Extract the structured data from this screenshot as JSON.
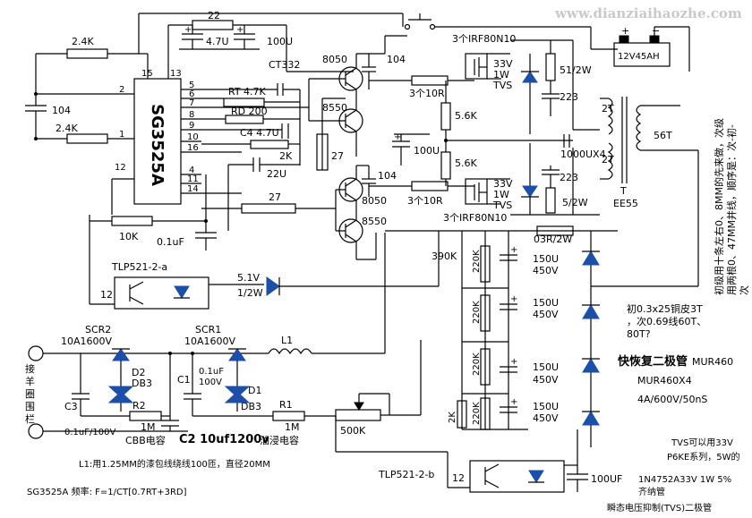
{
  "watermark": "www.dianziaihaozhe.com",
  "ic": {
    "name": "SG3525A",
    "pins": [
      "15",
      "13",
      "2",
      "1",
      "12",
      "5",
      "6",
      "7",
      "8",
      "9",
      "10",
      "16",
      "4",
      "11",
      "14"
    ]
  },
  "components": {
    "r_22": "22",
    "c_4u7": "4.7U",
    "c_100u_top": "100U",
    "r_2k4_top": "2.4K",
    "r_2k4_mid": "2.4K",
    "c_104_left": "104",
    "ct": "CT332",
    "rt": "RT 4.7K",
    "rd": "RD 200",
    "c4": "C4 4.7U",
    "r_2k": "2K",
    "c_22u": "22U",
    "r_10k": "10K",
    "c_01uf": "0.1uF",
    "r_27_mid": "27",
    "r_27_bot": "27",
    "q_8050_top": "8050",
    "q_8550_top": "8550",
    "q_8050_bot": "8050",
    "q_8550_bot": "8550",
    "c_104_a": "104",
    "c_104_b": "104",
    "c_100u_mid": "100U",
    "r_3x10r_top": "3个10R",
    "r_3x10r_bot": "3个10R",
    "r_5k6_top": "5.6K",
    "r_5k6_bot": "5.6K",
    "mos_top": "3个IRF80N10",
    "mos_bot": "3个IRF80N10",
    "tvs_top": [
      "33V",
      "1W",
      "TVS"
    ],
    "tvs_bot": [
      "33V",
      "1W",
      "TVS"
    ],
    "r_51_2w": "51/2W",
    "c_223_a": "223",
    "c_223_b": "223",
    "r_5_2w": "5/2W",
    "c_1000ux4": "1000UX4",
    "battery": "12V45AH",
    "t_pri_a": "2T",
    "t_pri_b": "2T",
    "t_sec": "56T",
    "t_name": "T",
    "t_core": "EE55",
    "r_03r": "03R/2W",
    "r_390k": "390K",
    "r_220k": [
      "220K",
      "220K",
      "220K",
      "220K"
    ],
    "c_150u": [
      "150U",
      "450V",
      "150U",
      "450V",
      "150U",
      "450V",
      "150U",
      "450V"
    ],
    "r_2k_low": "2K",
    "opto_a": "TLP521-2-a",
    "opto_b": "TLP521-2-b",
    "opto_pin_a": "12",
    "opto_pin_b": "12",
    "zener_v": "5.1V",
    "zener_w": "1/2W",
    "scr2": [
      "SCR2",
      "10A1600V"
    ],
    "scr1": [
      "SCR1",
      "10A1600V"
    ],
    "l1": "L1",
    "d2": [
      "D2",
      "DB3"
    ],
    "d1": [
      "D1",
      "DB3"
    ],
    "c3": "C3",
    "c1": "C1",
    "c1_val": [
      "0.1uF",
      "100V"
    ],
    "r2": [
      "R2",
      "1M"
    ],
    "r1": [
      "R1",
      "1M"
    ],
    "c3_val": "0.1uF/100V",
    "cbb": "CBB电容",
    "c2": "C2 10uf1200v",
    "oil": "油浸电容",
    "pot": "500K",
    "c_100uf": "100UF"
  },
  "notes": {
    "fence": [
      "接",
      "羊",
      "圈",
      "围",
      "栏"
    ],
    "winding": [
      "初0.3x25铜皮3T",
      "，次0.69线60T、",
      "80T?"
    ],
    "vertical": [
      "初级用十条左右0、8MM的先来做，次级",
      "用两根0、47MM并线，顺序是：次-初-",
      "次"
    ],
    "diode_title": "快恢复二极管",
    "diode_mur": "MUR460",
    "diode_x4": "MUR460X4",
    "diode_spec": "4A/600V/50nS",
    "tvs_note": [
      "TVS可以用33V",
      "P6KE系列，5W的",
      "1N4752A33V 1W 5%",
      "齐纳管",
      "瞬态电压抑制(TVS)二极管"
    ],
    "l1_note": "L1:用1.25MM的漆包线绕线100匝，直径20MM",
    "freq": "SG3525A 频率: F=1/CT[0.7RT+3RD]"
  }
}
